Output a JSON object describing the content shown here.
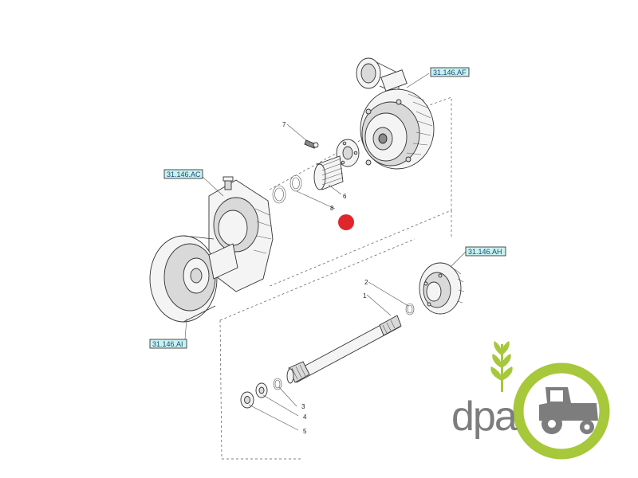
{
  "refs": {
    "af": "31.146.AF",
    "ac": "31.146.AC",
    "ah": "31.146.AH",
    "ai": "31.146.AI"
  },
  "parts": {
    "p1": "1",
    "p2": "2",
    "p3": "3",
    "p4": "4",
    "p5": "5",
    "p6": "6",
    "p7": "7",
    "p8": "8"
  },
  "logo": {
    "text": "dpa",
    "colors": {
      "green": "#a6c83a",
      "gray": "#7d7d7d"
    }
  },
  "marker": {
    "color": "#e0262d"
  }
}
